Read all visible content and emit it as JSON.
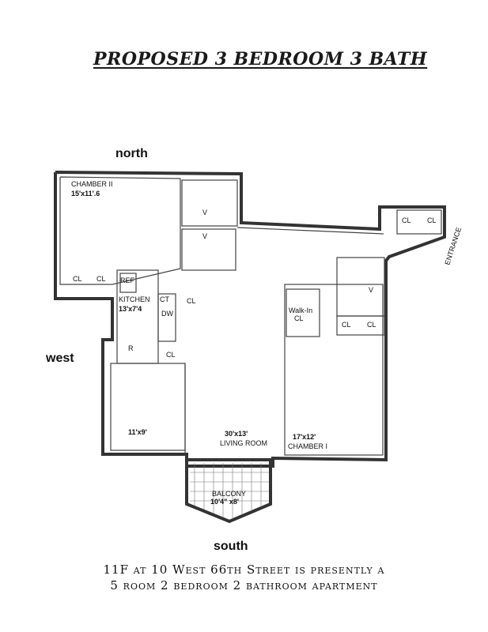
{
  "title": "PROPOSED 3 BEDROOM 3 BATH",
  "directions": {
    "north": "north",
    "west": "west",
    "south": "south"
  },
  "rooms": {
    "chamber2_name": "CHAMBER II",
    "chamber2_dim": "15'x11'.6",
    "kitchen_name": "KITCHEN",
    "kitchen_dim": "13'x7'4",
    "ref": "REF",
    "dw": "DW",
    "ct": "CT",
    "r": "R",
    "cl": "CL",
    "v": "V",
    "walkin": "Walk-In",
    "walkin_cl": "CL",
    "room_dim_west": "11'x9'",
    "living_dim": "30'x13'",
    "living_name": "LIVING ROOM",
    "chamber1_dim": "17'x12'",
    "chamber1_name": "CHAMBER I",
    "balcony_name": "BALCONY",
    "balcony_dim": "10'4\" x8'",
    "entrance_sign": "ENTRANCE"
  },
  "footer": {
    "line1": "11F at 10 West 66th Street is presently a",
    "line2": "5 room  2 bedroom  2 bathroom apartment"
  }
}
